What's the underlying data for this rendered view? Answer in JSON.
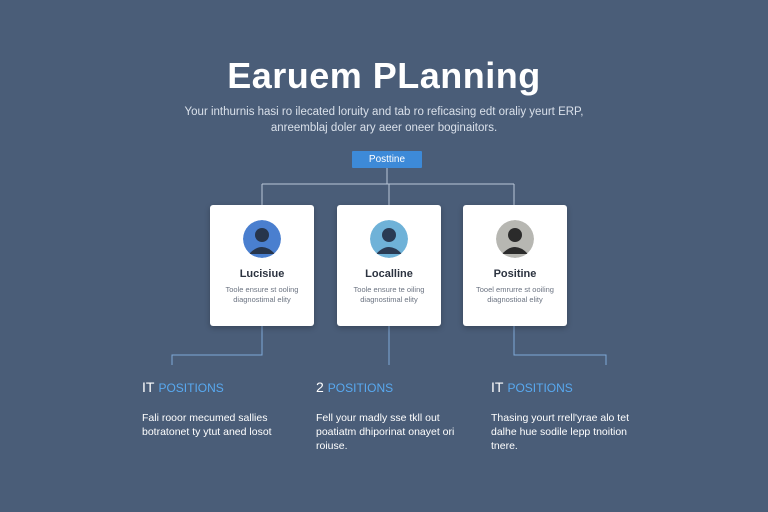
{
  "header": {
    "title": "Earuem PLanning",
    "subtitle": "Your inthurnis hasi ro ilecated loruity and tab ro reficasing edt oraliy yeurt ERP, anreemblaj doler ary aeer oneer boginaitors."
  },
  "root": {
    "label": "Posttine"
  },
  "cards": [
    {
      "title": "Lucisiue",
      "text": "Toole ensure st ooling diagnostimal elity",
      "avatar_color": "#4a7fcf",
      "avatar": "person-avatar-blue"
    },
    {
      "title": "Localline",
      "text": "Toole ensure te oiling diagnostimal elity",
      "avatar_color": "#6fb2d8",
      "avatar": "person-avatar-lightblue"
    },
    {
      "title": "Positine",
      "text": "Tooel emrurre st ooiling diagnostioal elity",
      "avatar_color": "#b7b7b2",
      "avatar": "person-avatar-gray"
    }
  ],
  "positions": [
    {
      "num": "IT",
      "word": "POSITIONS",
      "text": "Fali rooor mecumed sallies botratonet ty ytut aned losot"
    },
    {
      "num": "2",
      "word": "POSITIONS",
      "text": "Fell your madly sse tkll out poatiatm dhiporinat onayet ori roiuse."
    },
    {
      "num": "IT",
      "word": "POSITIONS",
      "text": "Thasing yourt rrell'yrae alo tet dalhe hue sodile lepp tnoition tnere."
    }
  ],
  "colors": {
    "background": "#4a5d78",
    "accent": "#3d8ad8",
    "accent_text": "#58a9f0",
    "line": "#7fa9d8"
  }
}
